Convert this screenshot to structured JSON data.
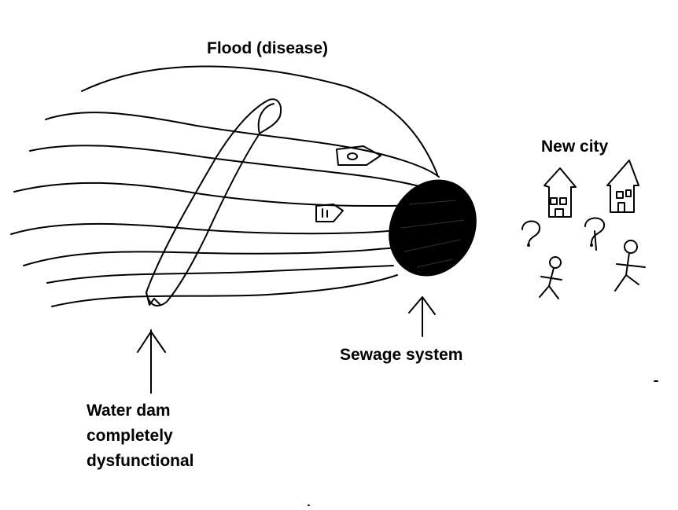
{
  "labels": {
    "flood": "Flood (disease)",
    "new_city": "New city",
    "sewage": "Sewage system",
    "dam_line1": "Water dam",
    "dam_line2": "completely",
    "dam_line3": "dysfunctional"
  },
  "colors": {
    "ink": "#000000",
    "background": "#ffffff"
  }
}
